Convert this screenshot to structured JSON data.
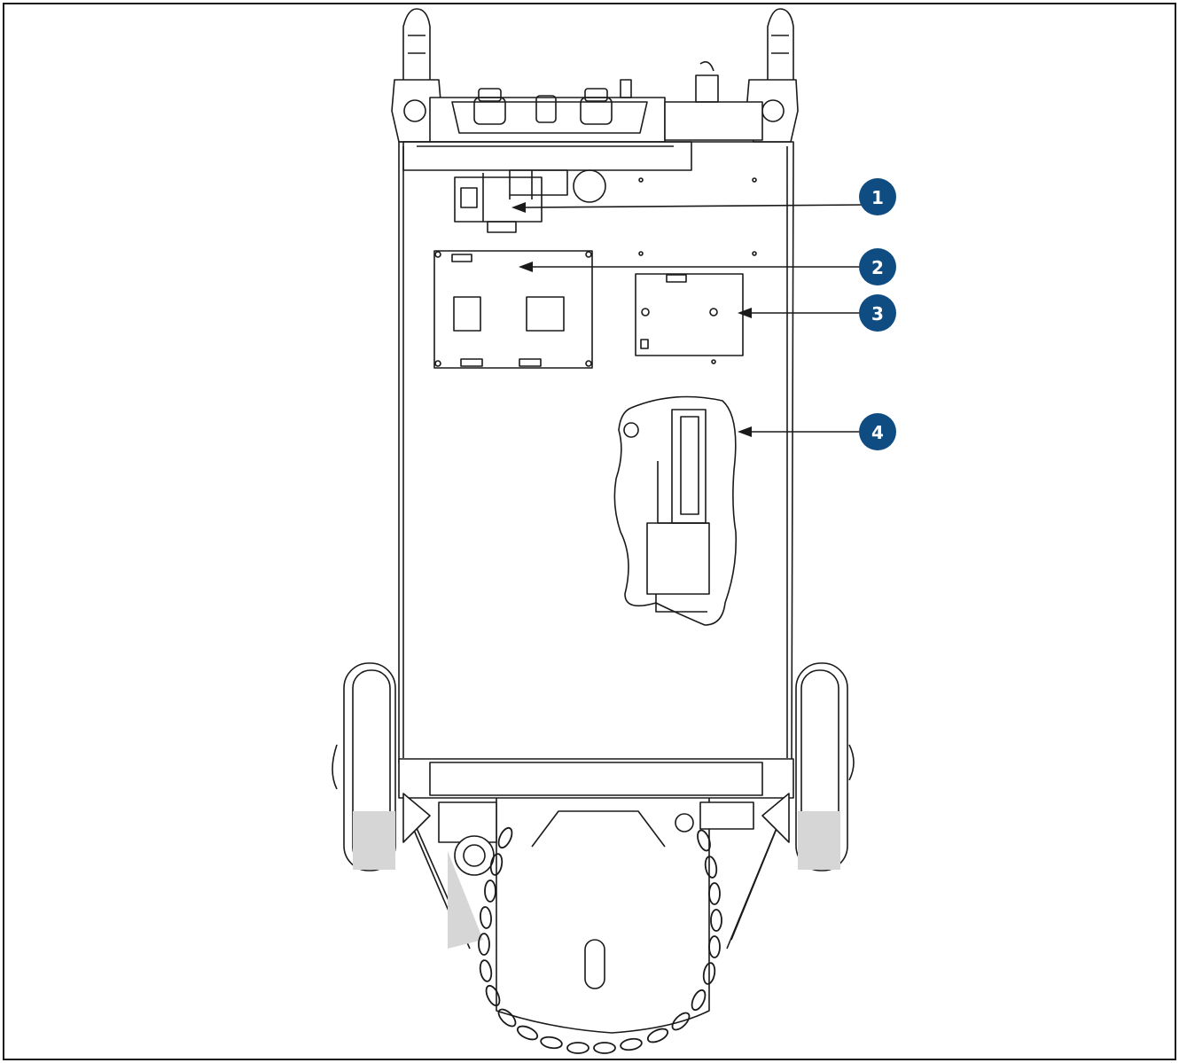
{
  "diagram": {
    "line_color": "#1a1a1a",
    "shade_color": "#d6d6d6",
    "callout_color": "#0f4c81",
    "callout_text_color": "#ffffff",
    "callouts": [
      {
        "label": "1"
      },
      {
        "label": "2"
      },
      {
        "label": "3"
      },
      {
        "label": "4"
      }
    ]
  }
}
